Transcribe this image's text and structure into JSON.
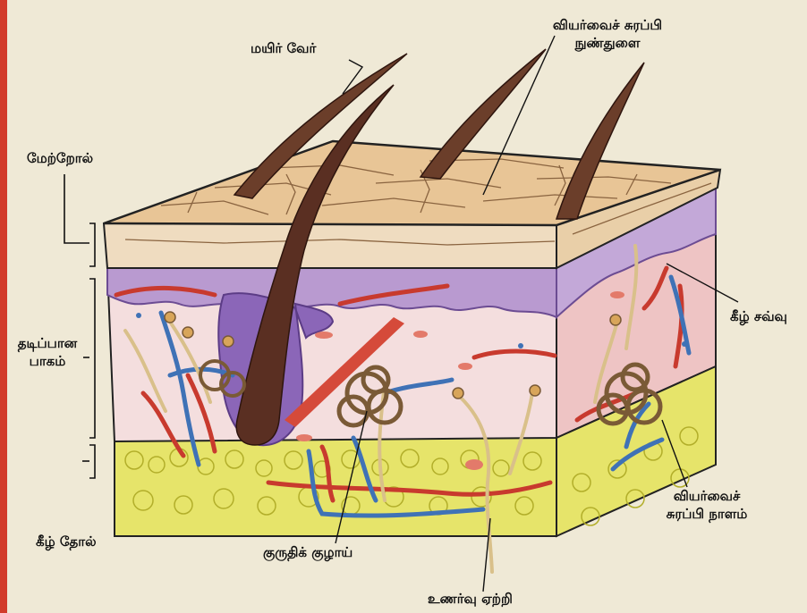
{
  "labels": {
    "hair_root": "மயிர் வேர்",
    "sweat_pore_line1": "வியர்வைச் சுரப்பி",
    "sweat_pore_line2": "நுண்துளை",
    "epidermis": "மேற்றோல்",
    "dermis_line1": "தடிப்பான",
    "dermis_line2": "பாகம்",
    "lower_membrane": "கீழ் சவ்வு",
    "sweat_duct_line1": "வியர்வைச்",
    "sweat_duct_line2": "சுரப்பி நாளம்",
    "hypodermis": "கீழ் தோல்",
    "blood_vessel": "குருதிக் குழாய்",
    "sensory_receptor": "உணர்வு ஏற்றி"
  },
  "colors": {
    "background": "#efe9d6",
    "border_left": "#d23b2b",
    "epidermis_top": "#e8c596",
    "epidermis_side": "#efdcc0",
    "purple_layer": "#b99ad0",
    "dermis": "#f4dede",
    "dermis_side": "#eec4c4",
    "fat": "#e6e46a",
    "hair": "#5a2f22",
    "artery": "#c83a2e",
    "vein": "#3f72b6",
    "nerve": "#d9c08a"
  }
}
